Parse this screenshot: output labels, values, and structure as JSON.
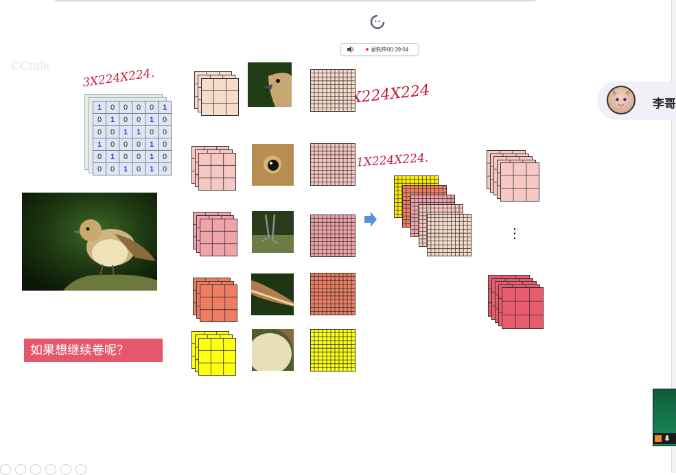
{
  "recording": {
    "status": "录制中00:39:04"
  },
  "watermark": "CCtalk",
  "annotations": {
    "input_dims": "3X224X224.",
    "kernel_out_1": "1X224X224",
    "kernel_out_2": "1X224X224."
  },
  "matrix": {
    "rows": [
      [
        "1",
        "0",
        "0",
        "0",
        "0",
        "1"
      ],
      [
        "0",
        "1",
        "0",
        "0",
        "1",
        "0"
      ],
      [
        "0",
        "0",
        "1",
        "1",
        "0",
        "0"
      ],
      [
        "1",
        "0",
        "0",
        "0",
        "1",
        "0"
      ],
      [
        "0",
        "1",
        "0",
        "0",
        "1",
        "0"
      ],
      [
        "0",
        "0",
        "1",
        "0",
        "1",
        "0"
      ]
    ]
  },
  "question": "如果想继续卷呢？",
  "ellipsis": "⋮",
  "contact": {
    "name": "李哥"
  },
  "kernel_colors": [
    "#f7dccb",
    "#f6c7c3",
    "#f0a3aa",
    "#ee7d62",
    "#ffff10"
  ],
  "output_stack_colors": [
    "#fff200",
    "#ee7d62",
    "#f0a3aa",
    "#f6c7c3",
    "#f7dccb"
  ],
  "right_stack_colors": [
    "#f6c7c3",
    "#e85c6d"
  ],
  "icons": [
    "loading-icon",
    "speaker-icon",
    "recording-dot-icon",
    "arrow-right-icon",
    "avatar-icon",
    "user-icon",
    "mic-icon"
  ]
}
